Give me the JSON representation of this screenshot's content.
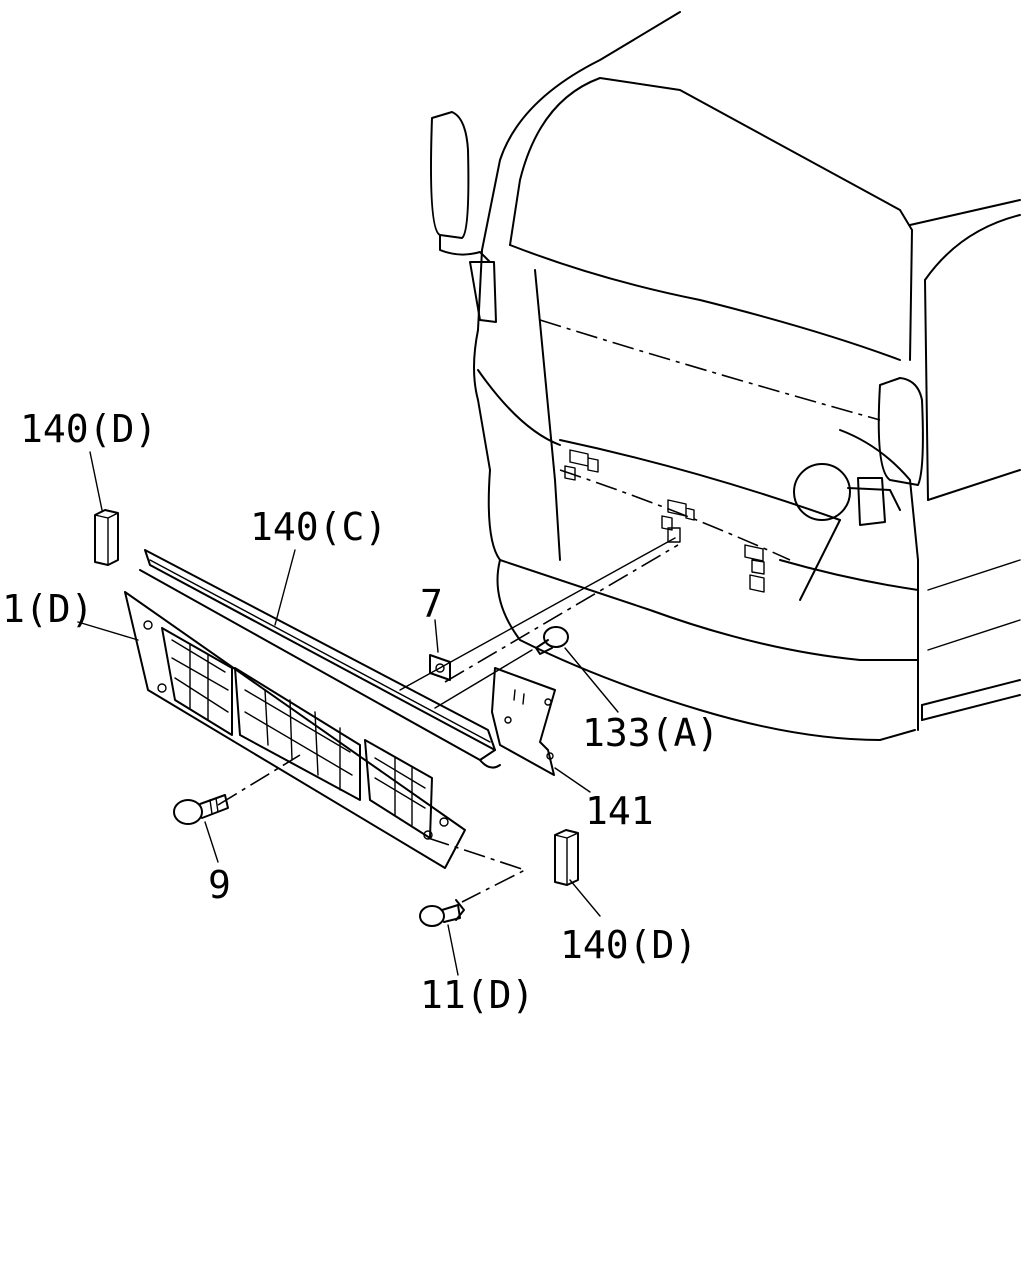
{
  "callouts": [
    {
      "id": "part-140d-top",
      "text": "140(D)"
    },
    {
      "id": "part-140c",
      "text": "140(C)"
    },
    {
      "id": "part-1d",
      "text": "1(D)"
    },
    {
      "id": "part-7",
      "text": "7"
    },
    {
      "id": "part-133a",
      "text": "133(A)"
    },
    {
      "id": "part-141",
      "text": "141"
    },
    {
      "id": "part-9",
      "text": "9"
    },
    {
      "id": "part-140d-bottom",
      "text": "140(D)"
    },
    {
      "id": "part-11d",
      "text": "11(D)"
    }
  ],
  "colors": {
    "line": "#000000",
    "background": "#ffffff"
  }
}
